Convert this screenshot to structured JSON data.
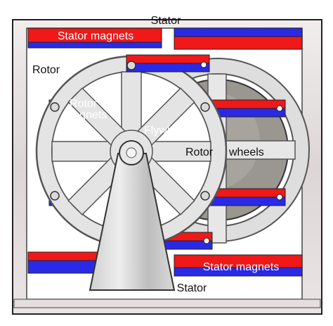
{
  "labels": {
    "stator_top": "Stator",
    "stator_bottom": "Stator",
    "stator_magnets_top": "Stator magnets",
    "stator_magnets_bottom": "Stator magnets",
    "rotor": "Rotor",
    "rotor_magnets_line1": "Rotor",
    "rotor_magnets_line2": "magnets",
    "flywheel": "Flywheel",
    "rotor_wheels_a": "Rotor",
    "rotor_wheels_b": "wheels"
  },
  "colors": {
    "magnet_red": "#f01818",
    "magnet_blue": "#2a2ae6",
    "frame_light": "#ece7e7",
    "frame_mid": "#d8d2d2",
    "wheel_fill": "#e4e4e4",
    "wheel_stroke": "#6a6a6a",
    "flywheel": "#9a9690",
    "outline": "#222222"
  }
}
